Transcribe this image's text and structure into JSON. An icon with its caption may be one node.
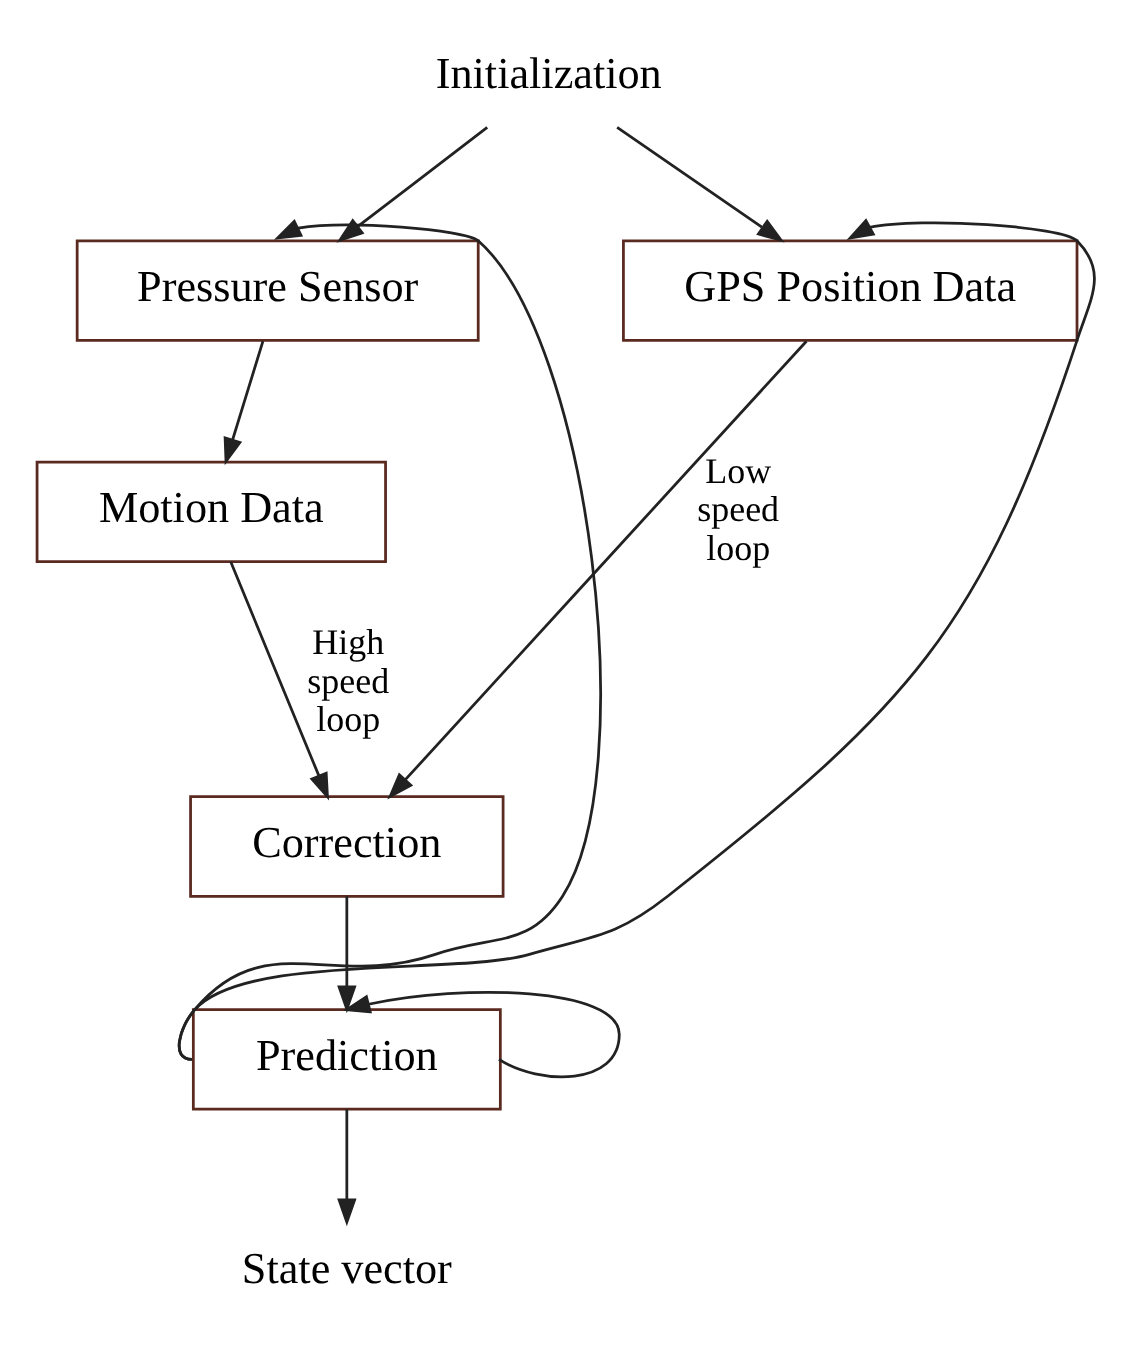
{
  "diagram": {
    "nodes": [
      {
        "text": [
          "Initialization"
        ]
      },
      {
        "text": [
          "Pressure Sensor"
        ]
      },
      {
        "text": [
          "GPS Position Data"
        ]
      },
      {
        "text": [
          "Motion Data"
        ]
      },
      {
        "text": [
          "Correction"
        ]
      },
      {
        "text": [
          "Prediction"
        ]
      },
      {
        "text": [
          "State vector"
        ]
      }
    ],
    "edges": [
      {
        "from": 0,
        "to": 1,
        "arrow": "to"
      },
      {
        "from": 0,
        "to": 2,
        "arrow": "to"
      },
      {
        "from": 5,
        "to": 1,
        "arrow": "to"
      },
      {
        "from": 5,
        "to": 2,
        "arrow": "to"
      },
      {
        "from": 1,
        "to": 3,
        "arrow": "to"
      },
      {
        "from": 3,
        "to": 4,
        "arrow": "to",
        "label": "High speed loop"
      },
      {
        "from": 2,
        "to": 4,
        "arrow": "to",
        "label": "Low speed loop"
      },
      {
        "from": 4,
        "to": 5,
        "arrow": "to"
      },
      {
        "from": 5,
        "to": 5,
        "arrow": "to"
      },
      {
        "from": 5,
        "to": 6,
        "arrow": "to"
      }
    ]
  }
}
